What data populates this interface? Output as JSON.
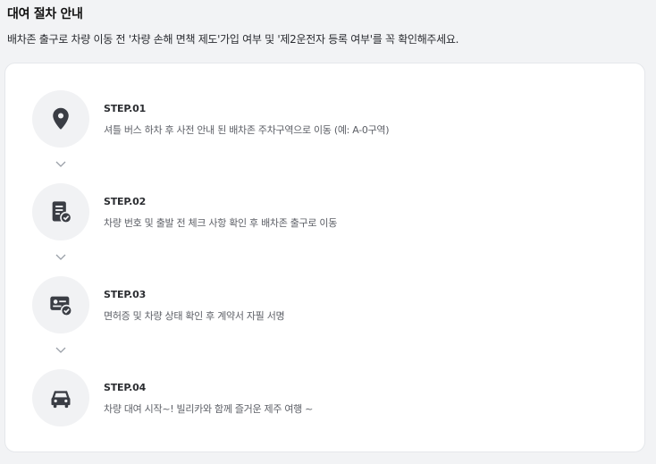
{
  "header": {
    "title": "대여 절차 안내",
    "subtitle": "배차존 출구로 차량 이동 전 '차량 손해 면책 제도'가입 여부 및 '제2운전자 등록 여부'를 꼭 확인해주세요."
  },
  "colors": {
    "icon": "#3a3d44",
    "circle_bg": "#f1f2f4",
    "chevron": "#9aa0a8"
  },
  "steps": [
    {
      "label": "STEP.01",
      "description": "셔틀 버스 하차 후 사전 안내 된 배차존 주차구역으로 이동 (예: A-0구역)",
      "icon": "location-pin-icon"
    },
    {
      "label": "STEP.02",
      "description": "차량 번호 및 출발 전 체크 사항 확인 후 배차존 출구로 이동",
      "icon": "checklist-icon"
    },
    {
      "label": "STEP.03",
      "description": "면허증 및 차량 상태 확인 후 계약서 자필 서명",
      "icon": "id-card-check-icon"
    },
    {
      "label": "STEP.04",
      "description": "차량 대여 시작~! 빌리카와 함께 즐거운 제주 여행 ~",
      "icon": "car-icon"
    }
  ]
}
